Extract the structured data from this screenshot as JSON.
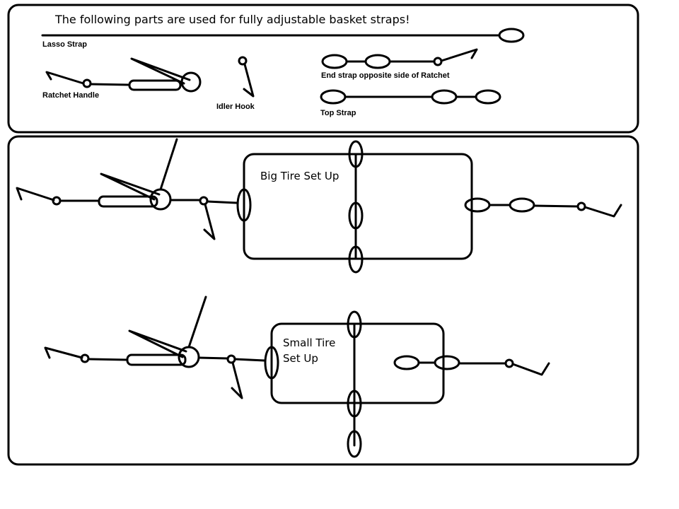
{
  "legend": {
    "title": "The following parts are used for fully adjustable basket straps!",
    "lasso_strap": "Lasso Strap",
    "ratchet_handle": "Ratchet Handle",
    "idler_hook": "Idler Hook",
    "end_strap": "End strap opposite side of Ratchet",
    "top_strap": "Top Strap"
  },
  "setups": {
    "big_tire": "Big Tire Set Up",
    "small_tire_line1": "Small Tire",
    "small_tire_line2": "Set Up"
  }
}
